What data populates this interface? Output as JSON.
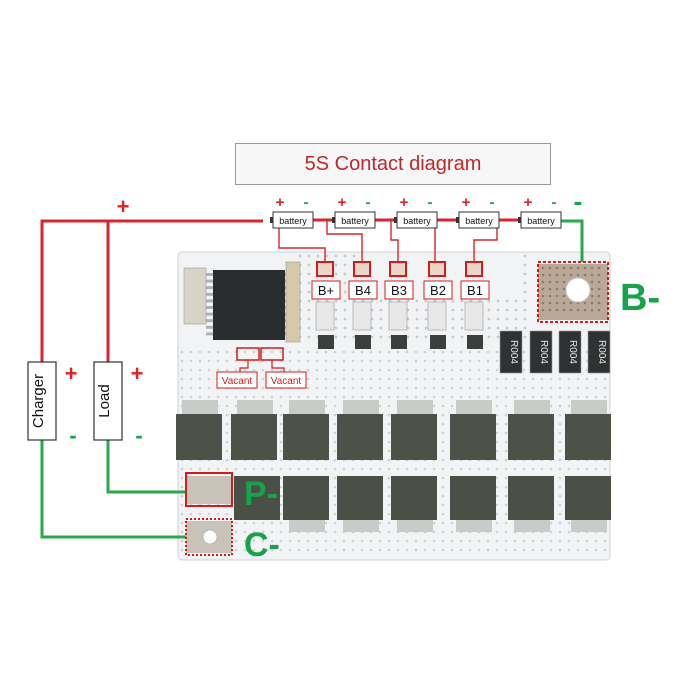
{
  "title": "5S Contact diagram",
  "colors": {
    "positive_wire": "#d8252a",
    "negative_wire": "#2aa84a",
    "board": "#f3f4f6",
    "highlight_box": "#d01c1c",
    "mosfet": "#4c5248",
    "label_red": "#e01f26",
    "label_green": "#17a24b"
  },
  "batteries": [
    {
      "label": "battery",
      "plus": "+",
      "minus": "-"
    },
    {
      "label": "battery",
      "plus": "+",
      "minus": "-"
    },
    {
      "label": "battery",
      "plus": "+",
      "minus": "-"
    },
    {
      "label": "battery",
      "plus": "+",
      "minus": "-"
    },
    {
      "label": "battery",
      "plus": "+",
      "minus": "-"
    }
  ],
  "top_plus": "+",
  "end_minus": "-",
  "pads": [
    "B+",
    "B4",
    "B3",
    "B2",
    "B1"
  ],
  "vacant_labels": [
    "Vacant",
    "Vacant"
  ],
  "charger": {
    "label": "Charger",
    "plus": "+",
    "minus": "-"
  },
  "load": {
    "label": "Load",
    "plus": "+",
    "minus": "-"
  },
  "terminals": {
    "b_minus": "B-",
    "p_minus": "P-",
    "c_minus": "C-"
  },
  "resistor_marks": [
    "R004",
    "R004",
    "R004",
    "R004"
  ]
}
